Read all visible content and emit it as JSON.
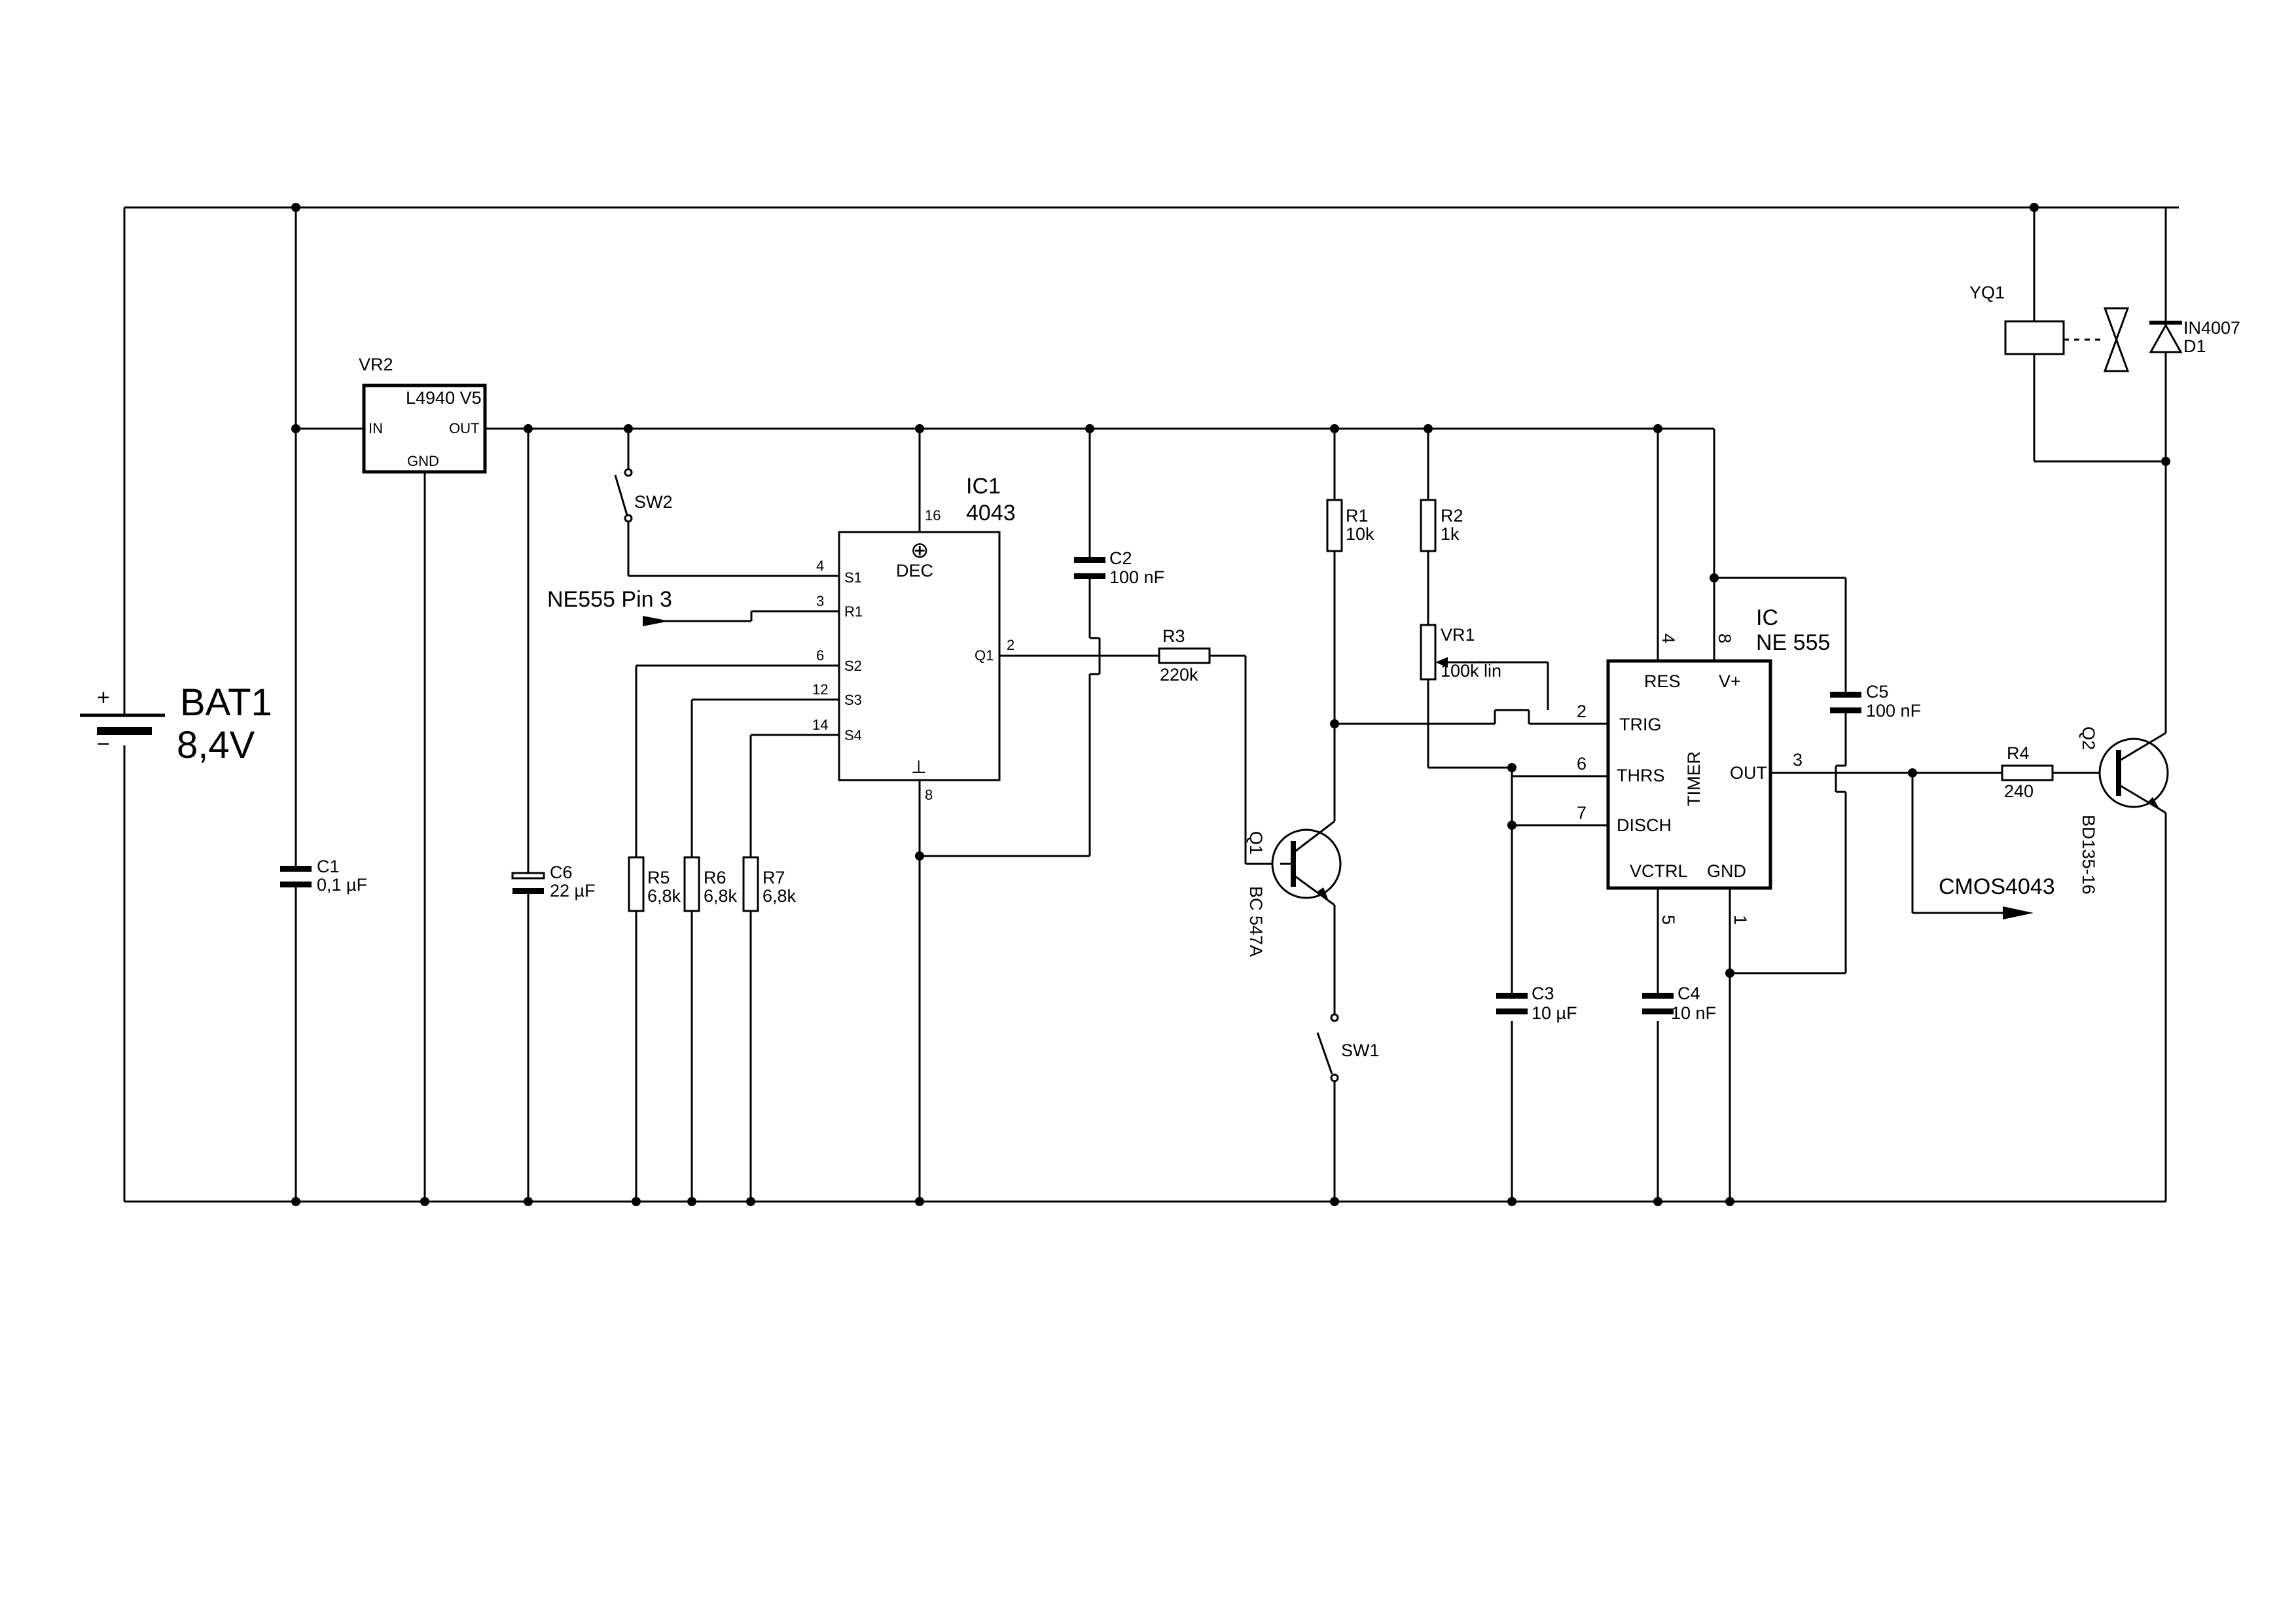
{
  "battery": {
    "name": "BAT1",
    "value": "8,4V",
    "plus": "+",
    "minus": "−"
  },
  "vr2": {
    "name": "VR2",
    "part": "L4940 V5",
    "pin_in": "IN",
    "pin_out": "OUT",
    "pin_gnd": "GND"
  },
  "c1": {
    "name": "C1",
    "value": "0,1 µF"
  },
  "c6": {
    "name": "C6",
    "value": "22 µF"
  },
  "sw2": {
    "name": "SW2"
  },
  "ne555_input": {
    "label": "NE555 Pin 3"
  },
  "ic1": {
    "name": "IC1",
    "part": "4043",
    "dec": "DEC",
    "circle_plus": "⊕",
    "gnd_symbol": "⊥",
    "pin_vdd": "16",
    "pin_gnd": "8",
    "pins": [
      {
        "num": "4",
        "label": "S1"
      },
      {
        "num": "3",
        "label": "R1"
      },
      {
        "num": "6",
        "label": "S2"
      },
      {
        "num": "12",
        "label": "S3"
      },
      {
        "num": "14",
        "label": "S4"
      }
    ],
    "out_pin": {
      "num": "2",
      "label": "Q1"
    }
  },
  "r5": {
    "name": "R5",
    "value": "6,8k"
  },
  "r6": {
    "name": "R6",
    "value": "6,8k"
  },
  "r7": {
    "name": "R7",
    "value": "6,8k"
  },
  "c2": {
    "name": "C2",
    "value": "100 nF"
  },
  "r3": {
    "name": "R3",
    "value": "220k"
  },
  "q1": {
    "name": "Q1",
    "part": "BC 547A"
  },
  "sw1": {
    "name": "SW1"
  },
  "r1": {
    "name": "R1",
    "value": "10k"
  },
  "r2": {
    "name": "R2",
    "value": "1k"
  },
  "vr1": {
    "name": "VR1",
    "value": "100k lin"
  },
  "c3": {
    "name": "C3",
    "value": "10 µF"
  },
  "c4": {
    "name": "C4",
    "value": "10 nF"
  },
  "ic555": {
    "name": "IC",
    "part": "NE 555",
    "timer": "TIMER",
    "pin_res": "RES",
    "pin_vplus": "V+",
    "pin_trig": "TRIG",
    "pin_thrs": "THRS",
    "pin_disch": "DISCH",
    "pin_vctrl": "VCTRL",
    "pin_gnd": "GND",
    "pin_out": "OUT",
    "num_res": "4",
    "num_vplus": "8",
    "num_trig": "2",
    "num_thrs": "6",
    "num_disch": "7",
    "num_vctrl": "5",
    "num_gnd": "1",
    "num_out": "3"
  },
  "c5": {
    "name": "C5",
    "value": "100 nF"
  },
  "r4": {
    "name": "R4",
    "value": "240"
  },
  "cmos_output": {
    "label": "CMOS4043"
  },
  "q2": {
    "name": "Q2",
    "part": "BD135-16"
  },
  "yq1": {
    "name": "YQ1"
  },
  "d1": {
    "name": "D1",
    "part": "IN4007"
  }
}
